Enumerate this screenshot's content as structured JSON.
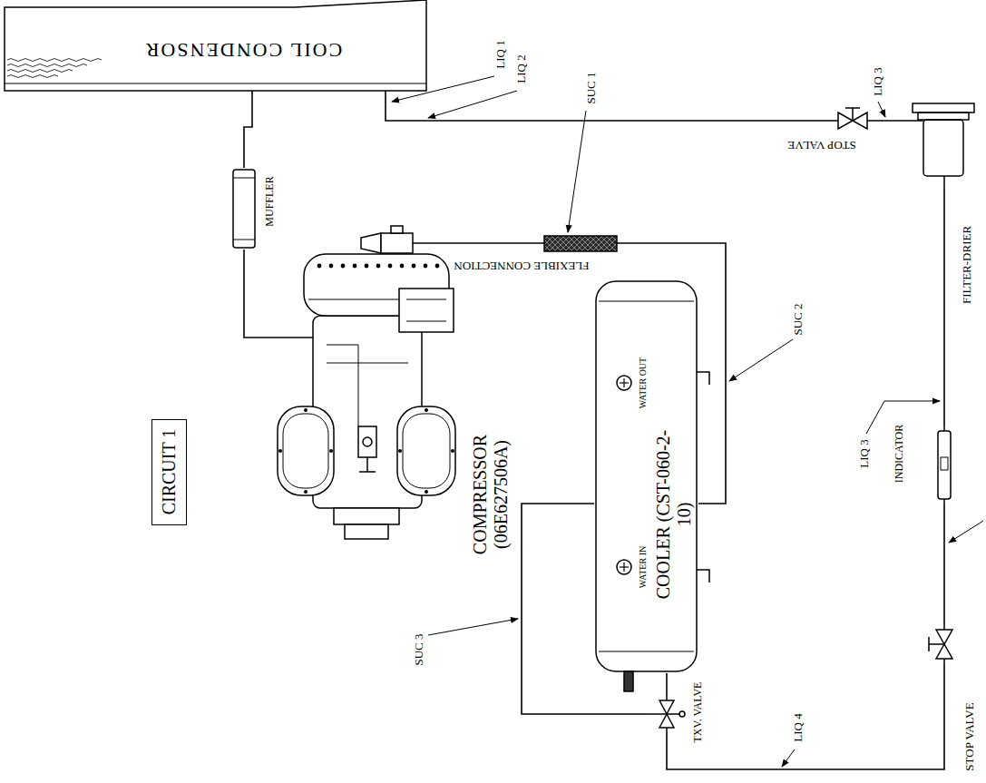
{
  "diagram": {
    "nodes": [
      {
        "text": [
          "COIL CONDENSOR"
        ]
      },
      {
        "text": [
          "MUFFLER"
        ]
      },
      {
        "text": [
          "COMPRESSOR (06E627506A)"
        ]
      },
      {
        "text": [
          "FLEXIBLE CONNECTION"
        ]
      },
      {
        "text": [
          "COOLER (CST-060-2-10)",
          "WATER OUT",
          "WATER IN"
        ]
      },
      {
        "text": [
          "STOP VALVE"
        ]
      },
      {
        "text": [
          "FILTER-DRIER"
        ]
      },
      {
        "text": [
          "INDICATOR"
        ]
      },
      {
        "text": [
          "STOP VALVE"
        ]
      },
      {
        "text": [
          "TXV. VALVE"
        ]
      },
      {
        "text": [
          "CIRCUIT 1"
        ]
      }
    ],
    "edges": [
      {
        "from": 0,
        "to": 1,
        "arrow": "none"
      },
      {
        "from": 1,
        "to": 2,
        "arrow": "none"
      },
      {
        "from": 0,
        "to": 5,
        "arrow": "none"
      },
      {
        "from": 5,
        "to": 6,
        "arrow": "none"
      },
      {
        "from": 6,
        "to": 7,
        "arrow": "none"
      },
      {
        "from": 7,
        "to": 8,
        "arrow": "none"
      },
      {
        "from": 8,
        "to": 9,
        "arrow": "none"
      },
      {
        "from": 9,
        "to": 4,
        "arrow": "none"
      },
      {
        "from": 4,
        "to": 3,
        "arrow": "none"
      },
      {
        "from": 3,
        "to": 2,
        "arrow": "none"
      },
      {
        "from": 9,
        "to": 4,
        "arrow": "none"
      }
    ],
    "labels": [
      "LIQ 1",
      "LIQ 2",
      "SUC 1",
      "LIQ 3",
      "SUC 2",
      "LIQ 3",
      "SUC 3",
      "LIQ 4"
    ]
  }
}
